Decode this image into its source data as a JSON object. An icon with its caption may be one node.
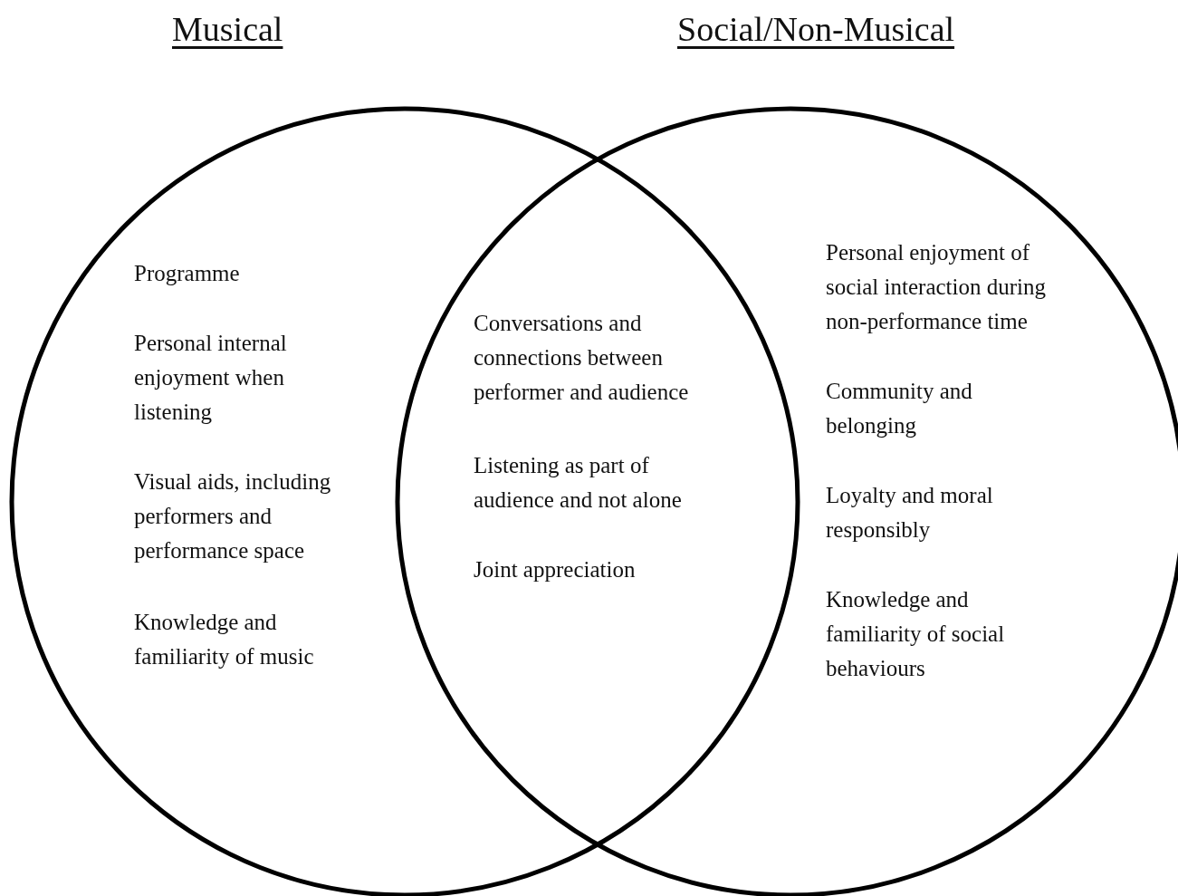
{
  "diagram": {
    "nodes": [
      {
        "text": [
          "Musical",
          "Programme",
          "Personal internal enjoyment when listening",
          "Visual aids, including performers and performance space",
          "Knowledge and familiarity of music"
        ]
      },
      {
        "text": [
          "Social/Non-Musical",
          "Personal enjoyment of social interaction during non-performance time",
          "Community and belonging",
          "Loyalty and moral responsibly",
          "Knowledge and familiarity of social behaviours"
        ]
      }
    ],
    "labels": [
      "Conversations and connections between performer and audience",
      "Listening as part of audience and not alone",
      "Joint appreciation"
    ]
  }
}
